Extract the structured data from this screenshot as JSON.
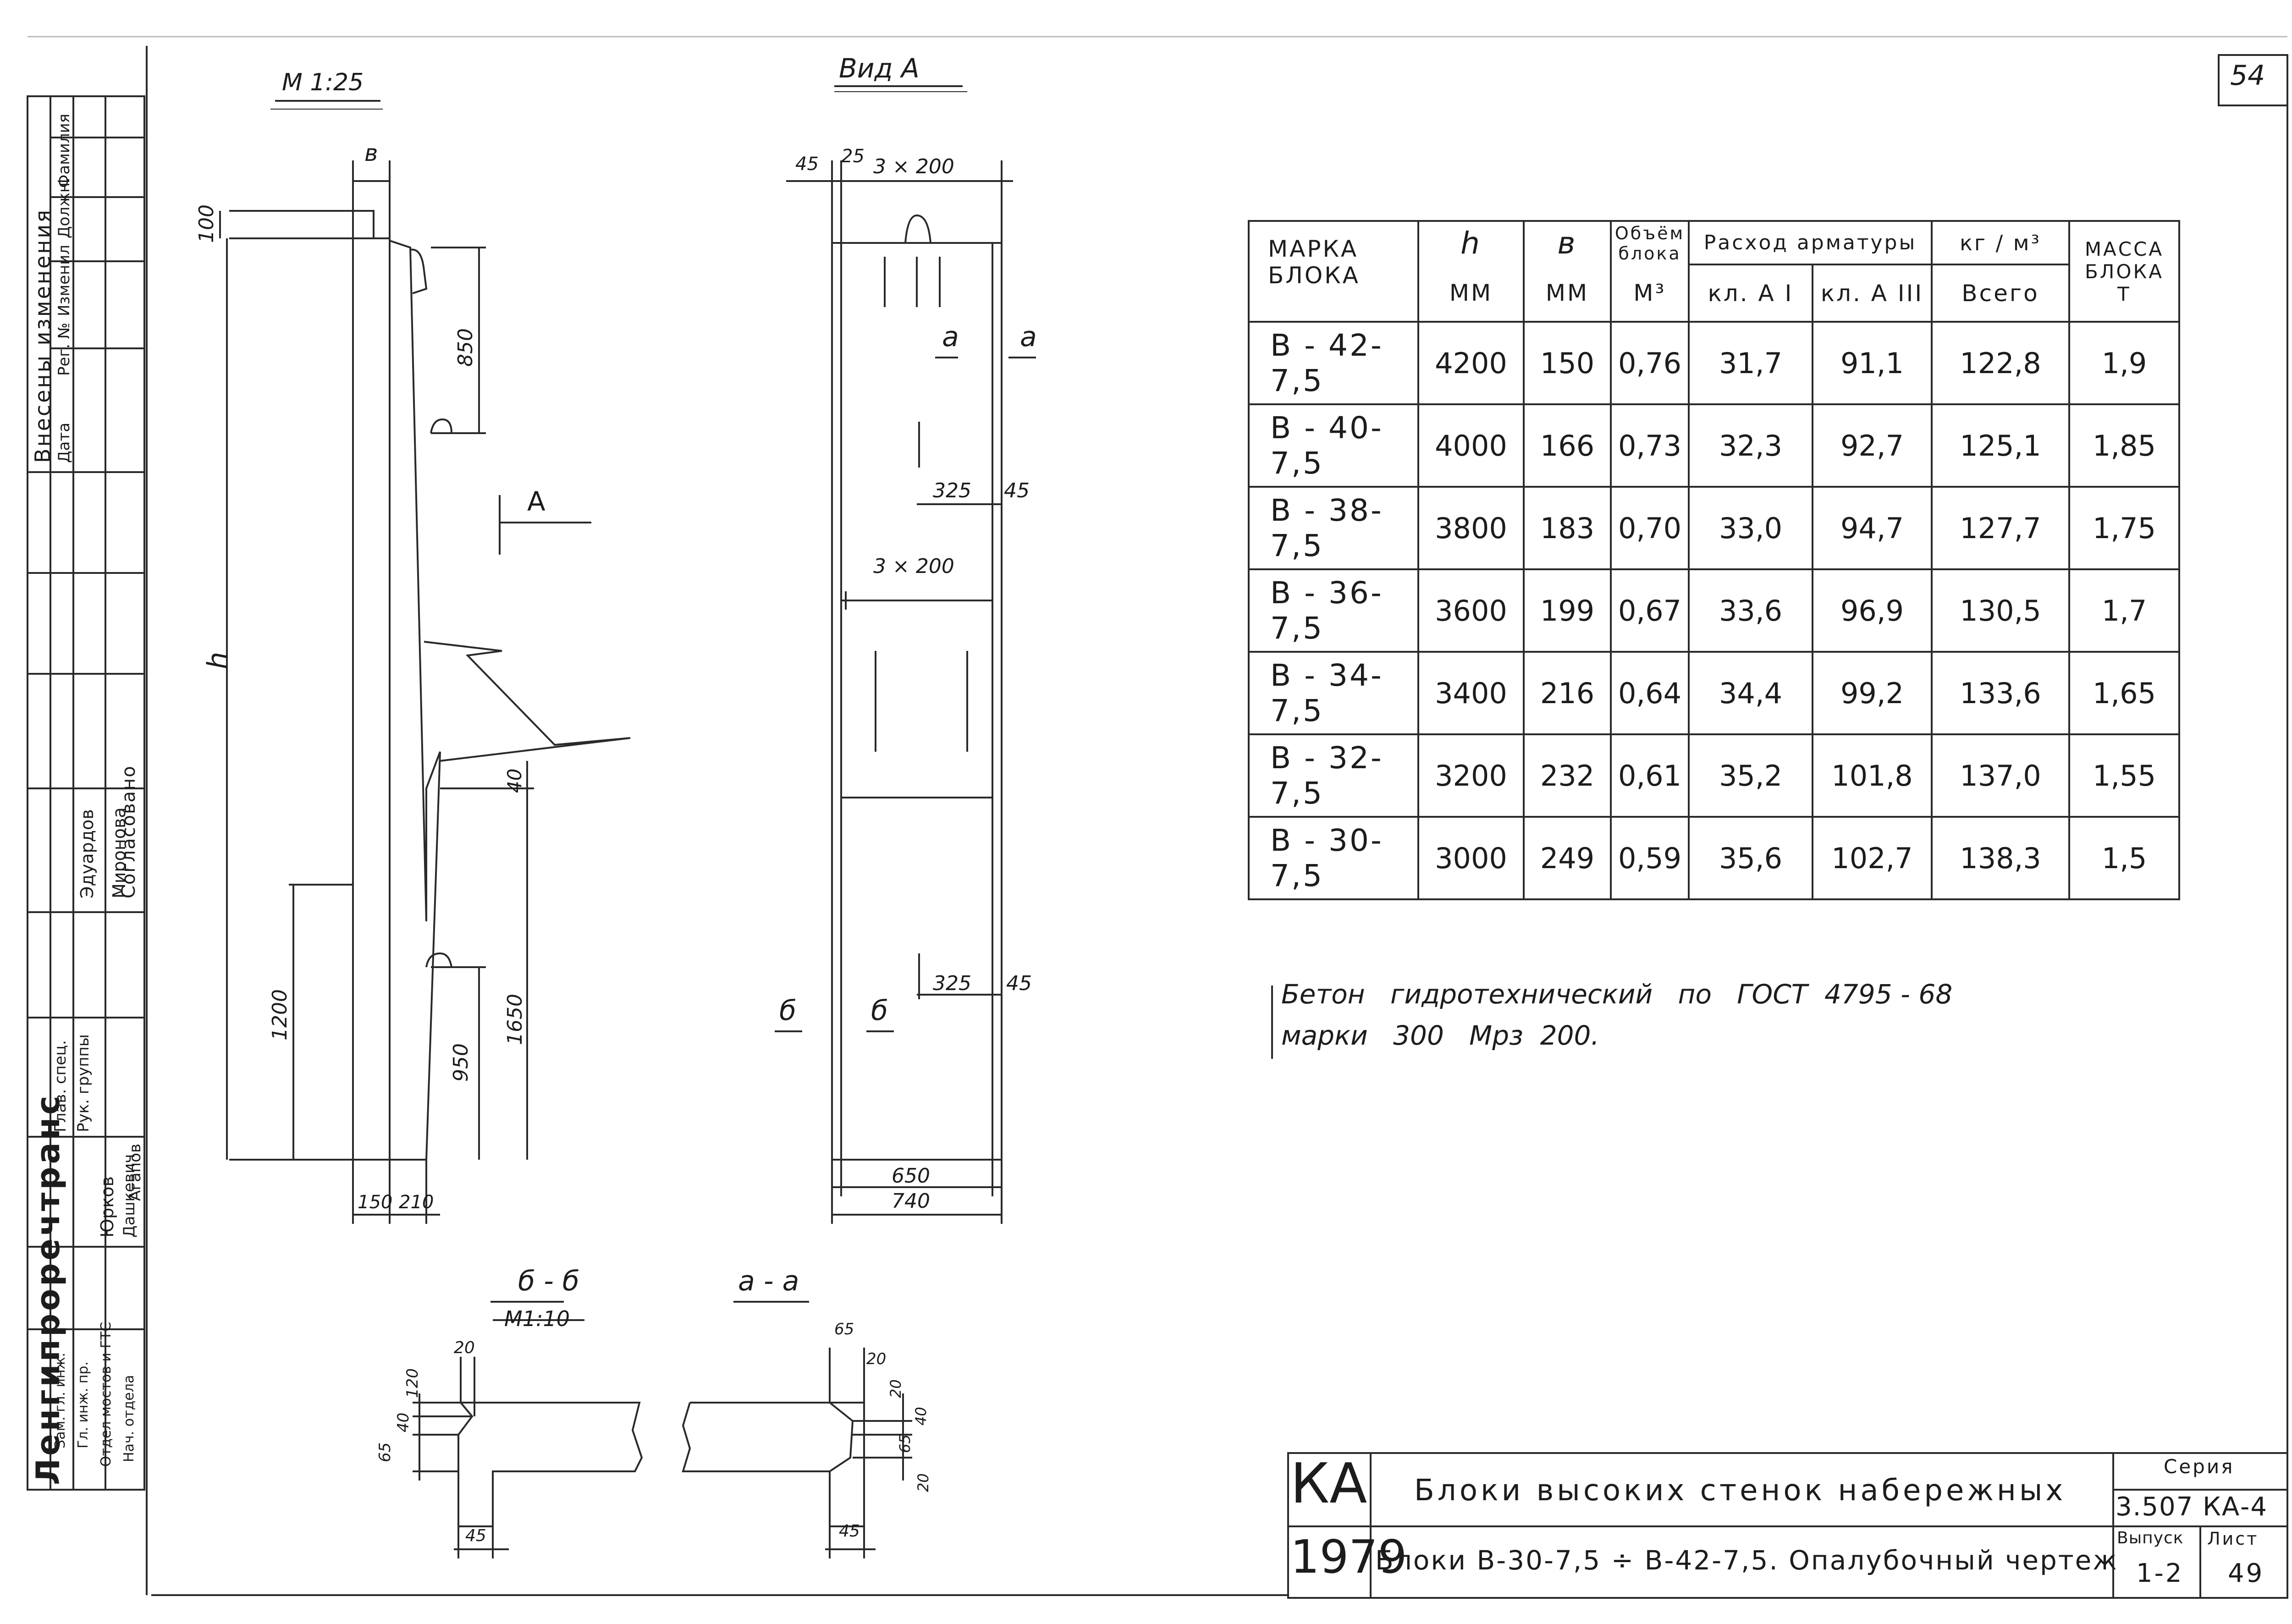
{
  "page_number": "54",
  "drawing": {
    "scale_label": "М 1:25",
    "view_label": "Вид А",
    "side_view_marker": "А",
    "height_symbol": "h",
    "dims_side": {
      "top": "100",
      "width_b": "в",
      "top_right": "850",
      "bottom_right_40": "40",
      "bottom_right_1650": "1650",
      "bottom_right_950": "950",
      "left_1200": "1200",
      "bottom_150": "150",
      "bottom_210": "210"
    },
    "dims_front": {
      "top_45": "45",
      "top_25": "25",
      "top_3x200": "3 × 200",
      "mid_3x200": "3 × 200",
      "cut_a": "а",
      "cut_a_right": "а",
      "upper_325": "325",
      "upper_45": "45",
      "lower_325": "325",
      "lower_45": "45",
      "cut_b_left": "б",
      "cut_b": "б",
      "bottom_650": "650",
      "bottom_740": "740"
    }
  },
  "sections": {
    "bb_title": "б - б",
    "bb_scale": "М1:10",
    "aa_title": "а - а",
    "bb_dims": {
      "d20": "20",
      "d120": "120",
      "d40": "40",
      "d65": "65",
      "d45": "45"
    },
    "aa_dims": {
      "d65": "65",
      "d20a": "20",
      "d20b": "20",
      "d40": "40",
      "d65b": "65",
      "d20c": "20",
      "d45": "45"
    }
  },
  "table": {
    "headers": {
      "mark": "МАРКА БЛОКА",
      "h": "h",
      "h_unit": "ММ",
      "b": "в",
      "b_unit": "ММ",
      "volume": "Объём блока",
      "volume_unit": "М³",
      "rebar": "Расход арматуры",
      "rebar_unit": "кг / м³",
      "a1": "кл. А I",
      "a3": "кл. А III",
      "total": "Всего",
      "mass": "МАССА БЛОКА",
      "mass_unit": "Т"
    },
    "rows": [
      {
        "mark": "В - 42-7,5",
        "h": "4200",
        "b": "150",
        "vol": "0,76",
        "a1": "31,7",
        "a3": "91,1",
        "total": "122,8",
        "mass": "1,9"
      },
      {
        "mark": "В - 40-7,5",
        "h": "4000",
        "b": "166",
        "vol": "0,73",
        "a1": "32,3",
        "a3": "92,7",
        "total": "125,1",
        "mass": "1,85"
      },
      {
        "mark": "В - 38-7,5",
        "h": "3800",
        "b": "183",
        "vol": "0,70",
        "a1": "33,0",
        "a3": "94,7",
        "total": "127,7",
        "mass": "1,75"
      },
      {
        "mark": "В - 36-7,5",
        "h": "3600",
        "b": "199",
        "vol": "0,67",
        "a1": "33,6",
        "a3": "96,9",
        "total": "130,5",
        "mass": "1,7"
      },
      {
        "mark": "В - 34-7,5",
        "h": "3400",
        "b": "216",
        "vol": "0,64",
        "a1": "34,4",
        "a3": "99,2",
        "total": "133,6",
        "mass": "1,65"
      },
      {
        "mark": "В - 32-7,5",
        "h": "3200",
        "b": "232",
        "vol": "0,61",
        "a1": "35,2",
        "a3": "101,8",
        "total": "137,0",
        "mass": "1,55"
      },
      {
        "mark": "В - 30-7,5",
        "h": "3000",
        "b": "249",
        "vol": "0,59",
        "a1": "35,6",
        "a3": "102,7",
        "total": "138,3",
        "mass": "1,5"
      }
    ]
  },
  "note": {
    "line1": "Бетон   гидротехнический   по   ГОСТ  4795 - 68",
    "line2": "марки   300   Мрз  200."
  },
  "title_block": {
    "logo": "КА",
    "year": "1979",
    "title": "Блоки высоких стенок набережных",
    "subtitle": "Блоки  В-30-7,5 ÷ В-42-7,5.  Опалубочный  чертеж",
    "series_label": "Серия",
    "series": "3.507 КА-4",
    "issue_label": "Выпуск",
    "issue": "1-2",
    "sheet_label": "Лист",
    "sheet": "49"
  },
  "side_stamp": {
    "org": "Ленгипроречтранс",
    "changes": "Внесены изменения",
    "date": "Дата",
    "reg_no": "Рег. №",
    "changed_by": "Изменил",
    "position": "Должн.",
    "surname": "Фамилия",
    "agreed": "Согласовано",
    "name1": "Эдуардов",
    "name2": "Миронова",
    "chief_spec": "Глав. спец.",
    "group_lead": "Рук. группы",
    "name3": "Юрков",
    "name4": "Дашкевич",
    "name5": "Агапов",
    "gip": "Зам. гл. инж.",
    "chief_eng": "Гл. инж. пр.",
    "dept": "Отдел мостов и ГТС",
    "dept_head": "Нач. отдела"
  }
}
